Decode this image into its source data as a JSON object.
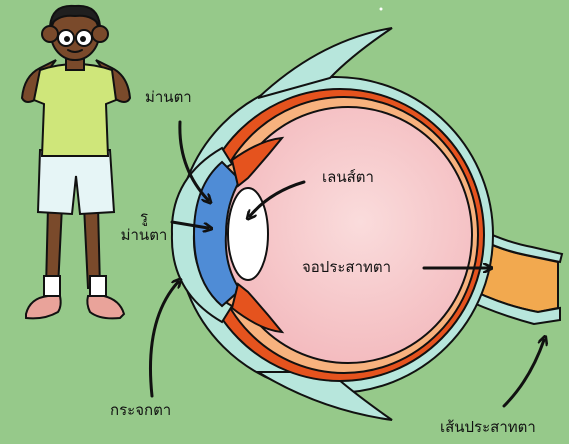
{
  "labels": {
    "iris": "ม่านตา",
    "pupil_line1": "รู",
    "pupil_line2": "ม่านตา",
    "lens": "เลนส์ตา",
    "retina": "จอประสาทตา",
    "cornea": "กระจกตา",
    "optic_nerve": "เส้นประสาทตา"
  },
  "colors": {
    "background": "#96c98a",
    "sclera": "#b7e6dc",
    "choroid": "#e5531e",
    "retina": "#f7b27e",
    "vitreous": "#f7cbcd",
    "iris": "#4f8cd6",
    "lens": "#ffffff",
    "optic_nerve": "#f2a94f",
    "outline": "#111111"
  }
}
